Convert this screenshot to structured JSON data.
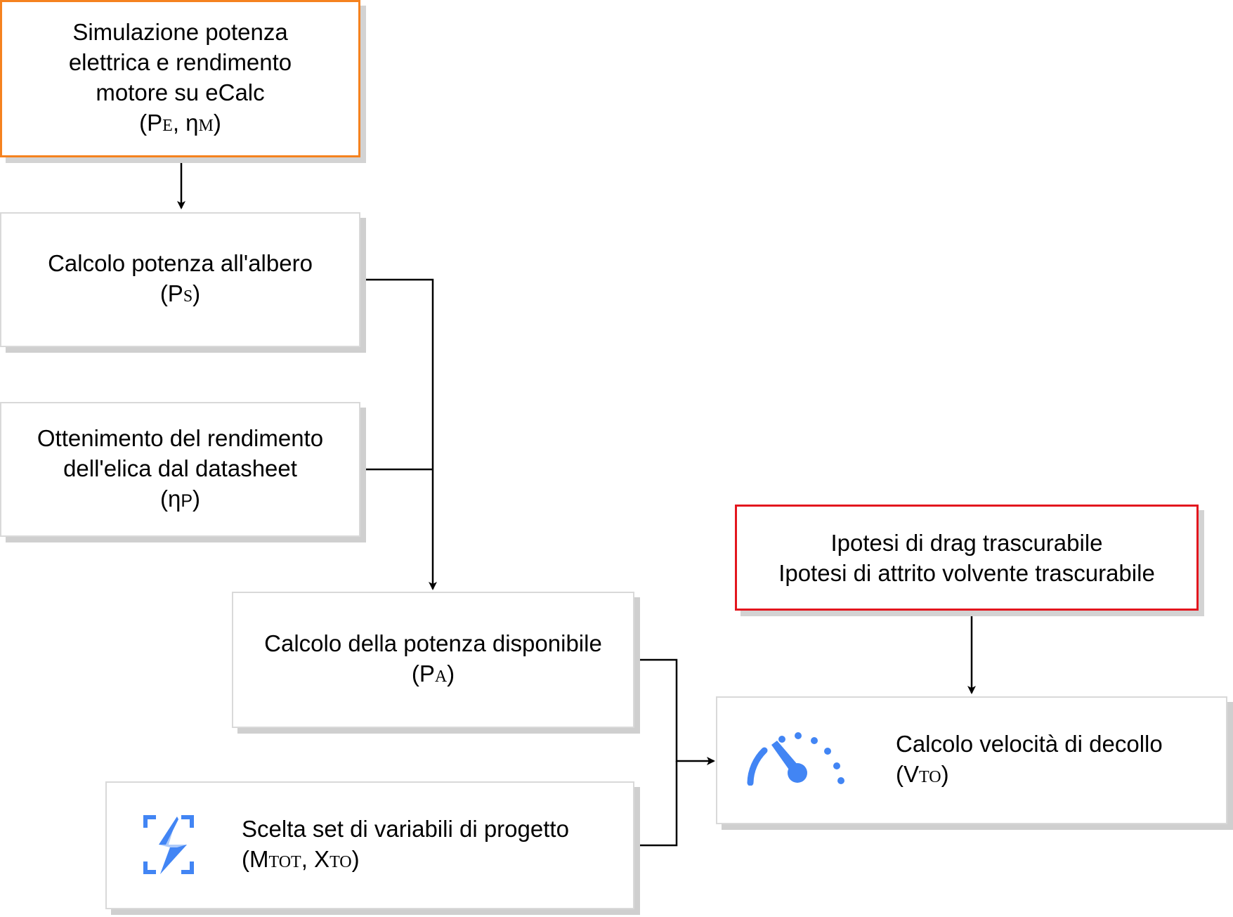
{
  "nodes": {
    "ecalc": {
      "lines": [
        "Simulazione potenza",
        "elettrica e rendimento",
        "motore su eCalc"
      ],
      "formula": {
        "open": "(P",
        "sub1": "E",
        "mid": ", η",
        "sub2": "M",
        "close": ")"
      },
      "border_color": "#f5821f"
    },
    "shaft": {
      "lines": [
        "Calcolo potenza all'albero"
      ],
      "formula": {
        "open": "(P",
        "sub1": "S",
        "close": ")"
      }
    },
    "prop": {
      "lines": [
        "Ottenimento del rendimento",
        "dell'elica dal datasheet"
      ],
      "formula": {
        "open": "(η",
        "sub1": "P",
        "close": ")"
      }
    },
    "available": {
      "lines": [
        "Calcolo della potenza disponibile"
      ],
      "formula": {
        "open": "(P",
        "sub1": "A",
        "close": ")"
      }
    },
    "design": {
      "lines": [
        "Scelta set di variabili di progetto"
      ],
      "formula": {
        "open": "(M",
        "sub1": "TOT",
        "mid": ", X",
        "sub2": "TO",
        "close": ")"
      },
      "icon": "sparkle-frame-icon"
    },
    "hypotheses": {
      "lines": [
        "Ipotesi di drag trascurabile",
        "Ipotesi di attrito volvente trascurabile"
      ],
      "border_color": "#e3161e"
    },
    "takeoff": {
      "lines": [
        "Calcolo velocità di decollo"
      ],
      "formula": {
        "open": "(V",
        "sub1": "TO",
        "close": ")"
      },
      "icon": "speedometer-icon"
    }
  },
  "colors": {
    "icon_blue": "#4285f4",
    "icon_light_blue": "#aecbfa",
    "edge": "#000000"
  }
}
